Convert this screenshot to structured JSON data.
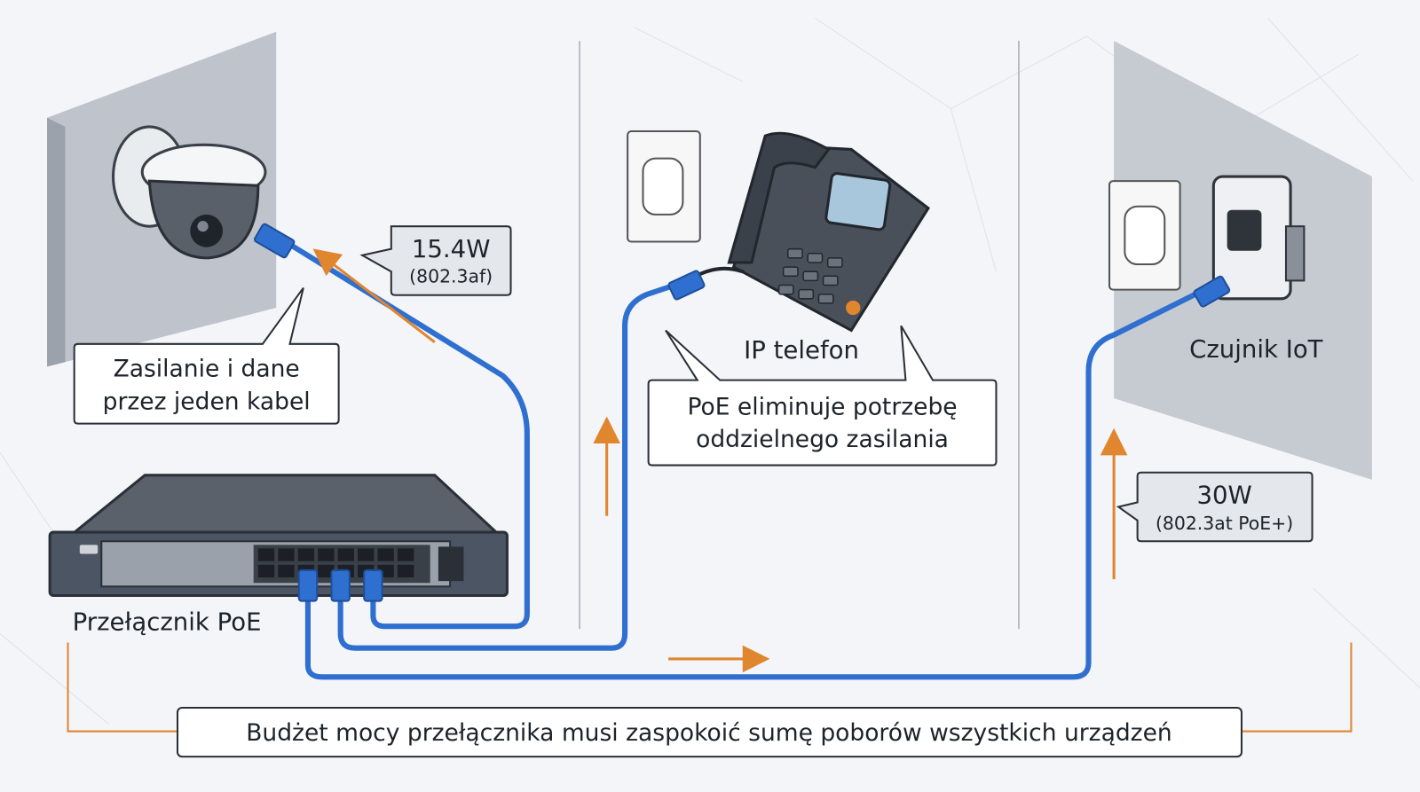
{
  "colors": {
    "cable": "#2f6fcf",
    "arrow": "#e0862f",
    "wall": "#c3c8d0",
    "switch": "#4b5563",
    "background": "#f3f5f9"
  },
  "camera": {
    "power_label": "15.4W",
    "standard_label": "(802.3af)",
    "callout_line1": "Zasilanie i dane",
    "callout_line2": "przez jeden kabel"
  },
  "phone": {
    "label": "IP telefon",
    "callout_line1": "PoE eliminuje potrzebę",
    "callout_line2": "oddzielnego zasilania"
  },
  "sensor": {
    "label": "Czujnik IoT",
    "power_label": "30W",
    "standard_label": "(802.3at PoE+)"
  },
  "switch": {
    "label": "Przełącznik PoE"
  },
  "footer": {
    "budget_note": "Budżet mocy przełącznika musi zaspokoić sumę poborów wszystkich urządzeń"
  }
}
